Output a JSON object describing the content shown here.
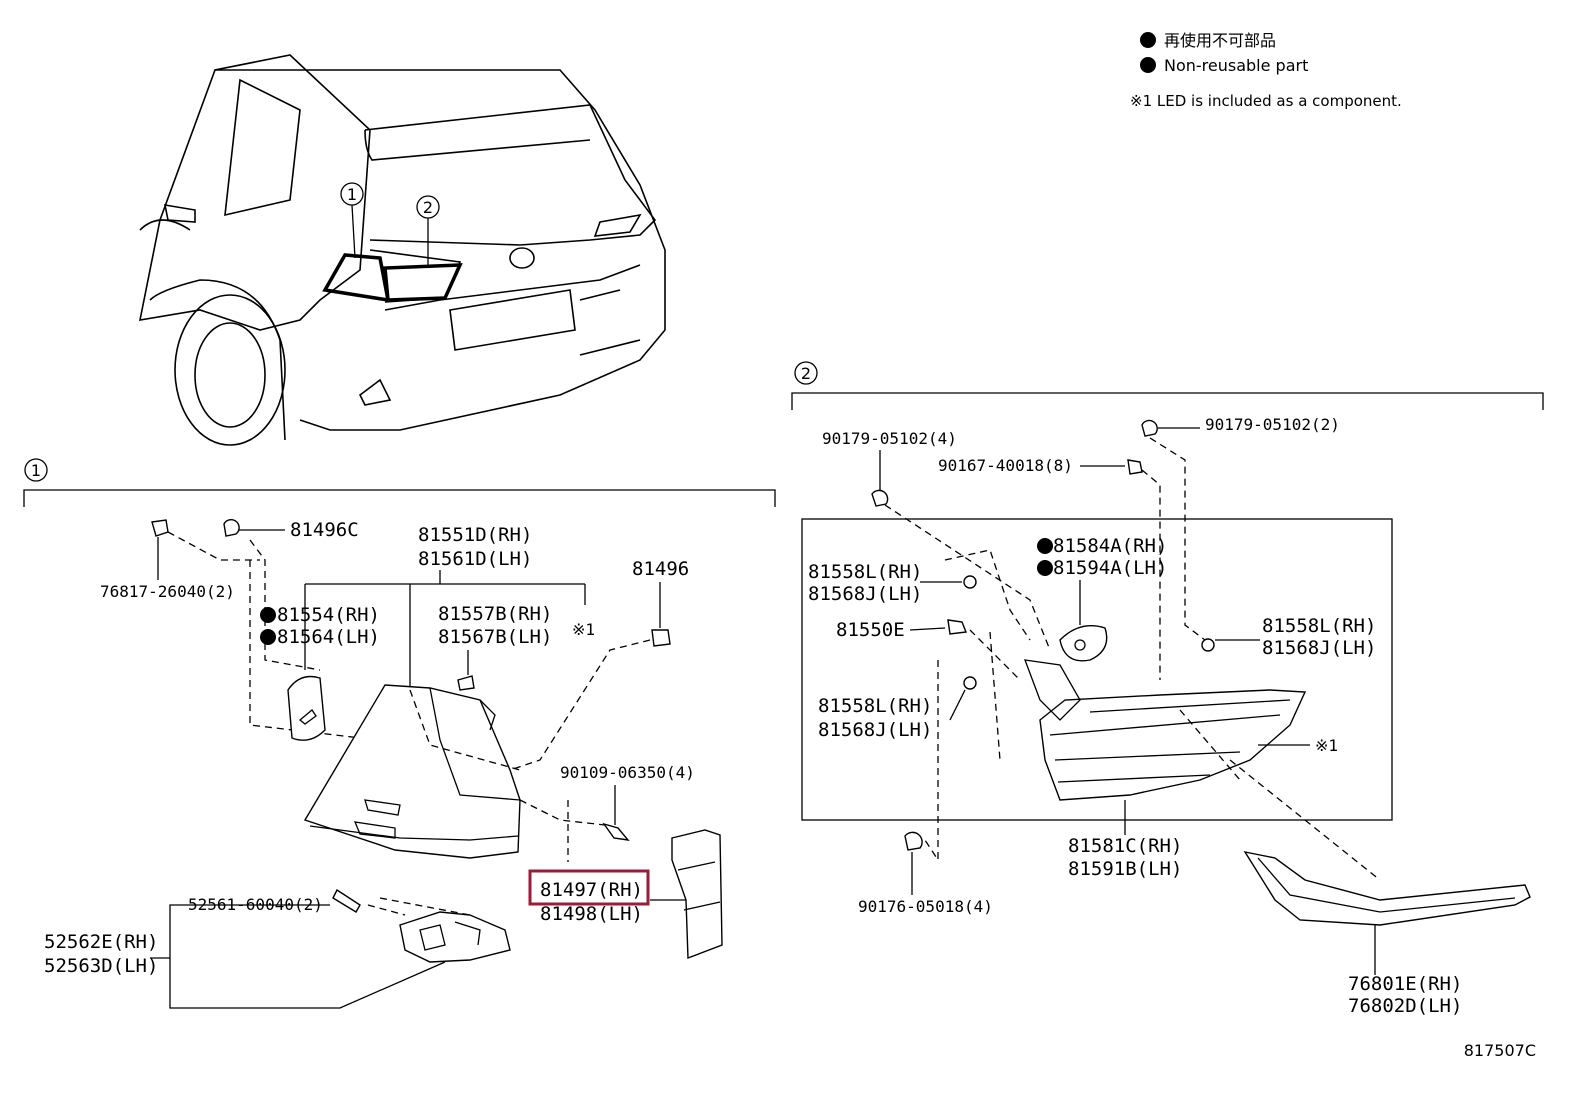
{
  "legend": {
    "jp": "再使用不可部品",
    "en": "Non-reusable part",
    "note": "※1 LED is included as a component."
  },
  "callouts": {
    "one": "1",
    "two": "2"
  },
  "section1": {
    "p_81496C": "81496C",
    "p_76817": "76817-26040(2)",
    "p_81551D": "81551D(RH)",
    "p_81561D": "81561D(LH)",
    "p_81496": "81496",
    "p_81554": "81554(RH)",
    "p_81564": "81564(LH)",
    "p_81557B": "81557B(RH)",
    "p_81567B": "81567B(LH)",
    "mark1": "※1",
    "p_90109": "90109-06350(4)",
    "p_81497": "81497(RH)",
    "p_81498": "81498(LH)",
    "p_52561": "52561-60040(2)",
    "p_52562E": "52562E(RH)",
    "p_52563D": "52563D(LH)"
  },
  "section2": {
    "p_90179a": "90179-05102(4)",
    "p_90179b": "90179-05102(2)",
    "p_90167": "90167-40018(8)",
    "p_81584A": "81584A(RH)",
    "p_81594A": "81594A(LH)",
    "p_81558La": "81558L(RH)",
    "p_81568Ja": "81568J(LH)",
    "p_81550E": "81550E",
    "p_81558Lb": "81558L(RH)",
    "p_81568Jb": "81568J(LH)",
    "p_81558Lc": "81558L(RH)",
    "p_81568Jc": "81568J(LH)",
    "mark1": "※1",
    "p_81581C": "81581C(RH)",
    "p_81591B": "81591B(LH)",
    "p_90176": "90176-05018(4)",
    "p_76801E": "76801E(RH)",
    "p_76802D": "76802D(LH)"
  },
  "figure_code": "817507C",
  "colors": {
    "highlight": "#9a1b3a",
    "ink": "#000000"
  }
}
